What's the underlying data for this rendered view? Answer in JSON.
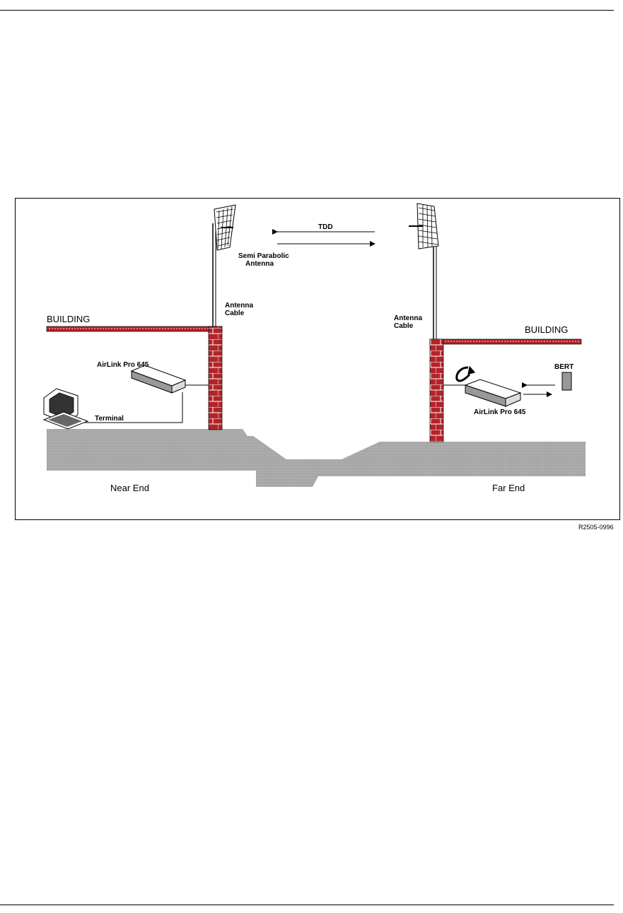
{
  "figure": {
    "labels": {
      "building_left": "BUILDING",
      "building_right": "BUILDING",
      "tdd": "TDD",
      "antenna_type_line1": "Semi Parabolic",
      "antenna_type_line2": "Antenna",
      "cable_left_line1": "Antenna",
      "cable_left_line2": "Cable",
      "cable_right_line1": "Antenna",
      "cable_right_line2": "Cable",
      "device_left": "AirLink Pro 645",
      "device_right": "AirLink Pro 645",
      "terminal": "Terminal",
      "bert": "BERT",
      "near_end": "Near End",
      "far_end": "Far End",
      "figure_id": "R2505-0996"
    },
    "colors": {
      "brick": "#b3242a",
      "brick_mortar": "#ffffff",
      "ground": "#a9a9a9",
      "line": "#000000"
    }
  }
}
